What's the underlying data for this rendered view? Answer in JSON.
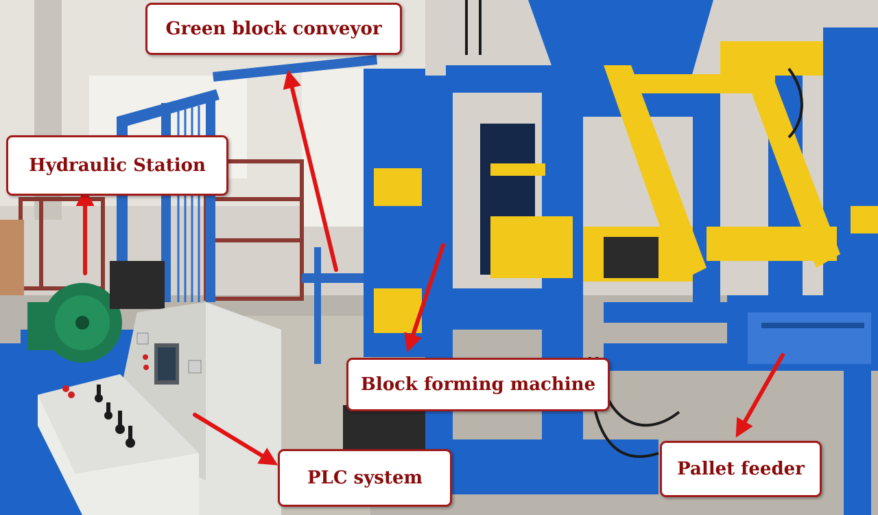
{
  "labels": {
    "green_block_conveyor": "Green block conveyor",
    "hydraulic_station": "Hydraulic Station",
    "block_forming_machine": "Block forming machine",
    "plc_system": "PLC system",
    "pallet_feeder": "Pallet feeder"
  },
  "colors": {
    "label_text": "#8a0b0b",
    "label_border": "#a11a1a",
    "arrow": "#e01414",
    "machine_blue": "#1e64c8",
    "machine_yellow": "#f2c81a",
    "motor_green": "#1d7a4e"
  }
}
